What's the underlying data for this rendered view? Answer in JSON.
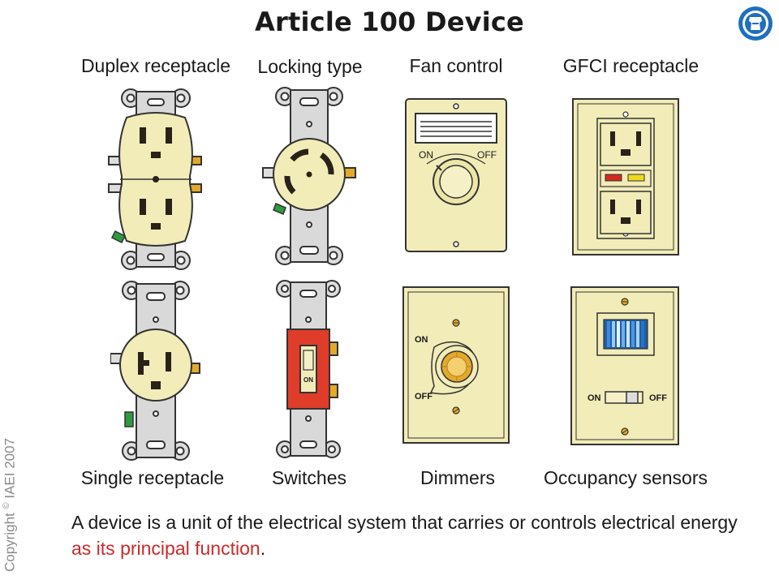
{
  "title": "Article 100 Device",
  "labels": {
    "duplex": "Duplex receptacle",
    "locking": "Locking type",
    "fan": "Fan control",
    "gfci": "GFCI receptacle",
    "single": "Single receptacle",
    "switches": "Switches",
    "dimmers": "Dimmers",
    "occupancy": "Occupancy sensors"
  },
  "fan_control": {
    "on": "ON",
    "off": "OFF"
  },
  "switch": {
    "toggle_text": "ON"
  },
  "dimmer": {
    "on": "ON",
    "off": "OFF"
  },
  "occupancy": {
    "on": "ON",
    "off": "OFF"
  },
  "copyright": {
    "text": "Copyright",
    "symbol": "©",
    "holder": "IAEI 2007"
  },
  "definition": {
    "before": "A device is a unit of the electrical system that carries or controls electrical energy ",
    "highlight": "as its principal function",
    "after": "."
  },
  "colors": {
    "device_body": "#f2ecb8",
    "strap": "#d9d9d9",
    "red": "#e03c2a",
    "accent_red": "#cc2a2a",
    "brass": "#e3a92b",
    "ground_green": "#2e9a3e",
    "logo_blue": "#1f6fc0"
  }
}
